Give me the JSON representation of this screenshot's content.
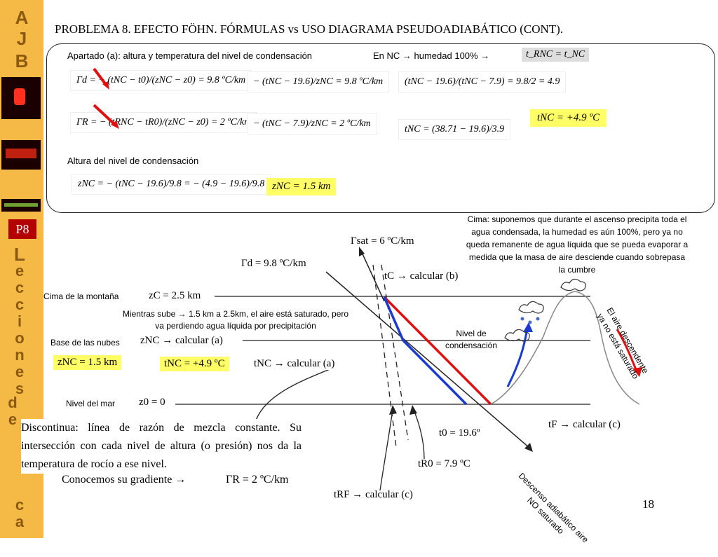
{
  "sidebar": {
    "letters_top": [
      "A",
      "J",
      "B"
    ],
    "p8": "P8",
    "letters_bottom": [
      "L",
      "e",
      "c",
      "c",
      "i",
      "o",
      "n",
      "e",
      "s"
    ],
    "letters_side": [
      "d",
      "e"
    ],
    "letters_end": [
      "c",
      "a"
    ]
  },
  "title": "PROBLEMA 8. EFECTO FÖHN. FÓRMULAS vs USO DIAGRAMA PSEUDOADIABÁTICO (CONT).",
  "panel": {
    "apartado": "Apartado (a): altura y temperatura del nivel de condensación",
    "en_nc": "En NC → humedad 100% →",
    "trnc": "t_RNC = t_NC",
    "f1": "Γd = − (tNC − t0)/(zNC − z0) = 9.8 ºC/km",
    "f2": "− (tNC − 19.6)/zNC = 9.8 ºC/km",
    "f3": "(tNC − 19.6)/(tNC − 7.9) = 9.8/2 = 4.9",
    "f4": "ΓR = − (tRNC − tR0)/(zNC − z0) = 2 ºC/km",
    "f5": "− (tNC − 7.9)/zNC = 2 ºC/km",
    "f6": "tNC = (38.71 − 19.6)/3.9",
    "res_tnc": "tNC = +4.9 ºC",
    "altura": "Altura del nivel de condensación",
    "f7": "zNC = − (tNC − 19.6)/9.8 = − (4.9 − 19.6)/9.8",
    "res_znc": "zNC = 1.5 km"
  },
  "diagram": {
    "cima_note": "Cima: suponemos que durante el ascenso precipita toda el agua condensada, la humedad es aún 100%, pero ya no queda remanente de agua líquida que se pueda evaporar a medida que la masa de aire desciende cuando sobrepasa la cumbre",
    "gsat": "Γsat = 6 ºC/km",
    "gd": "Γd = 9.8 ºC/km",
    "tc": "tC → calcular (b)",
    "cima_label": "Cima de la montaña",
    "zc": "zC = 2.5 km",
    "mientras": "Mientras sube → 1.5 km a 2.5km, el aire está saturado, pero va perdiendo agua líquida por precipitación",
    "base_label": "Base de las nubes",
    "znc_calc": "zNC → calcular (a)",
    "nivel_cond": "Nivel de condensación",
    "znc_res": "zNC = 1.5 km",
    "tnc_res": "tNC = +4.9 ºC",
    "tnc_calc": "tNC → calcular (a)",
    "mar_label": "Nivel del mar",
    "z0": "z0 = 0",
    "tf": "tF → calcular (c)",
    "t0": "t0 = 19.6º",
    "tr0": "tR0 = 7.9 ºC",
    "trf": "tRF → calcular (c)",
    "descenso": "Descenso adiabático aire NO saturado",
    "aire_desc": "El aire descendente ya no está saturado",
    "discontinua": "Discontinua: línea de razón de mezcla constante. Su intersección con cada nivel de altura (o presión) nos da la temperatura de rocío a ese nivel.",
    "conocemos": "Conocemos su gradiente →",
    "gr": "ΓR = 2 ºC/km"
  },
  "page_number": "18",
  "colors": {
    "sidebar": "#f5b945",
    "highlight": "#ffff66",
    "red_line": "#e01010",
    "blue_line": "#1a3ad0"
  }
}
